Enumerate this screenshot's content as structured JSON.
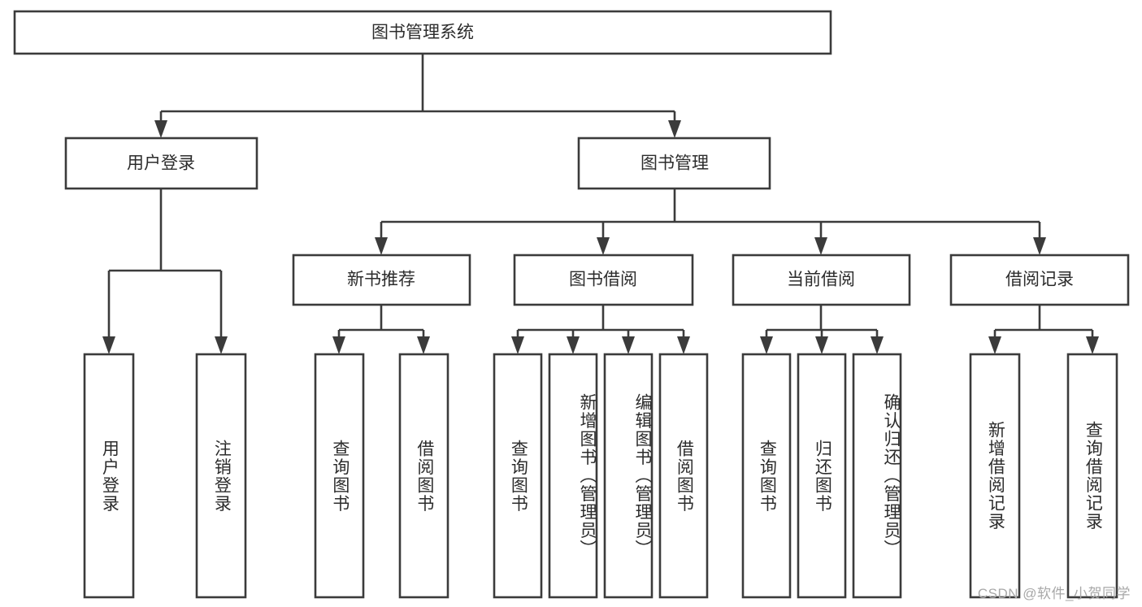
{
  "diagram": {
    "title": "图书管理系统",
    "type": "tree-hierarchy",
    "root": {
      "id": "root",
      "label": "图书管理系统"
    },
    "level1": [
      {
        "id": "user-login",
        "label": "用户登录"
      },
      {
        "id": "book-management",
        "label": "图书管理"
      }
    ],
    "level2": [
      {
        "id": "new-book-recommend",
        "label": "新书推荐",
        "parent": "book-management"
      },
      {
        "id": "book-borrow",
        "label": "图书借阅",
        "parent": "book-management"
      },
      {
        "id": "current-borrow",
        "label": "当前借阅",
        "parent": "book-management"
      },
      {
        "id": "borrow-record",
        "label": "借阅记录",
        "parent": "book-management"
      }
    ],
    "leaves": [
      {
        "id": "leaf-user-login",
        "label": "用户登录",
        "parent": "user-login"
      },
      {
        "id": "leaf-logout-login",
        "label": "注销登录",
        "parent": "user-login"
      },
      {
        "id": "leaf-query-book-1",
        "label": "查询图书",
        "parent": "new-book-recommend"
      },
      {
        "id": "leaf-borrow-book-1",
        "label": "借阅图书",
        "parent": "new-book-recommend"
      },
      {
        "id": "leaf-query-book-2",
        "label": "查询图书",
        "parent": "book-borrow"
      },
      {
        "id": "leaf-add-book",
        "label": "新增图书（管理员）",
        "parent": "book-borrow"
      },
      {
        "id": "leaf-edit-book",
        "label": "编辑图书（管理员）",
        "parent": "book-borrow"
      },
      {
        "id": "leaf-borrow-book-2",
        "label": "借阅图书",
        "parent": "book-borrow"
      },
      {
        "id": "leaf-query-book-3",
        "label": "查询图书",
        "parent": "current-borrow"
      },
      {
        "id": "leaf-return-book",
        "label": "归还图书",
        "parent": "current-borrow"
      },
      {
        "id": "leaf-confirm-return",
        "label": "确认归还（管理员）",
        "parent": "current-borrow"
      },
      {
        "id": "leaf-add-record",
        "label": "新增借阅记录",
        "parent": "borrow-record"
      },
      {
        "id": "leaf-query-record",
        "label": "查询借阅记录",
        "parent": "borrow-record"
      }
    ],
    "colors": {
      "stroke": "#3b3b3b",
      "fill": "#ffffff",
      "text": "#2c2c2c",
      "watermark": "#a8a8a8"
    }
  },
  "watermark": {
    "text": "CSDN @软件_小贺同学"
  }
}
